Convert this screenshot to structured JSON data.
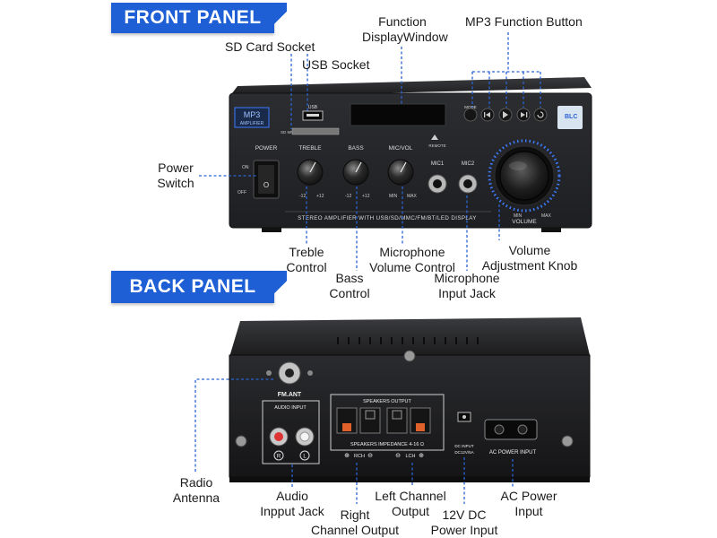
{
  "front": {
    "title": "FRONT PANEL",
    "panel_text": {
      "mp3_badge_line1": "MP3",
      "mp3_badge_line2": "AMPLIFIER",
      "usb": "USB",
      "sd_mmc": "SD MMC",
      "remote": "REMOTE",
      "mode": "MODE",
      "power": "POWER",
      "on": "ON",
      "off": "OFF",
      "treble": "TREBLE",
      "bass": "BASS",
      "mic_vol": "MIC/VOL",
      "mic1": "MIC1",
      "mic2": "MIC2",
      "volume": "VOLUME",
      "min": "MIN",
      "max": "MAX",
      "minus12": "-12",
      "plus12": "+12",
      "strip": "STEREO AMPLIFIER WITH USB/SD/MMC/FM/BT/LED DISPLAY",
      "brand": "BLC"
    },
    "callouts": {
      "function_display_line1": "Function",
      "function_display_line2": "DisplayWindow",
      "mp3_button": "MP3 Function Button",
      "sd_card": "SD Card Socket",
      "usb": "USB Socket",
      "power_line1": "Power",
      "power_line2": "Switch",
      "treble_line1": "Treble",
      "treble_line2": "Control",
      "bass_line1": "Bass",
      "bass_line2": "Control",
      "mic_volume_line1": "Microphone",
      "mic_volume_line2": "Volume Control",
      "mic_jack_line1": "Microphone",
      "mic_jack_line2": "Input Jack",
      "volume_line1": "Volume",
      "volume_line2": "Adjustment Knob"
    }
  },
  "back": {
    "title": "BACK PANEL",
    "panel_text": {
      "fm_ant": "FM.ANT",
      "audio_input": "AUDIO INPUT",
      "speakers_output": "SPEAKERS OUTPUT",
      "impedance": "SPEAKERS IMPEDANCE 4-16 Ω",
      "rch": "RCH",
      "lch": "LCH",
      "r": "R",
      "l": "L",
      "dc_input_line1": "DC INPUT",
      "dc_input_line2": "DC12V/5A",
      "ac_power_input": "AC POWER INPUT"
    },
    "callouts": {
      "radio_line1": "Radio",
      "radio_line2": "Antenna",
      "audio_line1": "Audio",
      "audio_line2": "Inpput Jack",
      "right_line1": "Right",
      "right_line2": "Channel Output",
      "left_line1": "Left Channel",
      "left_line2": "Output",
      "dc_line1": "12V DC",
      "dc_line2": "Power Input",
      "ac_line1": "AC Power",
      "ac_line2": "Input"
    }
  },
  "colors": {
    "banner": "#1e5fd6",
    "leader": "#2a63d4",
    "chassis": "#1c1c1e",
    "panel": "#26272a",
    "accent_blue": "#3d7bff"
  }
}
